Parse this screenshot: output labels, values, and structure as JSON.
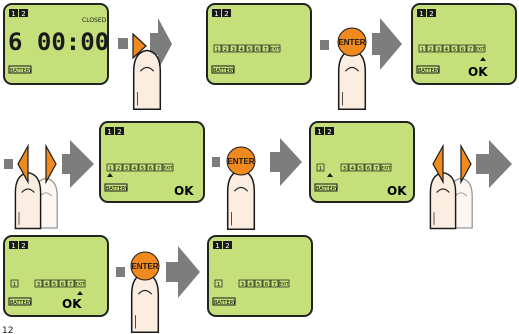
{
  "colors": {
    "lcd_fill": "#c5e07a",
    "lcd_border": "#222222",
    "arrow_gray": "#7d7d7d",
    "enter_orange": "#f08a1e",
    "finger_fill": "#fbeee1",
    "ink": "#1a1a1a"
  },
  "channel_tabs": [
    "1",
    "2"
  ],
  "day_boxes": [
    "1",
    "2",
    "3",
    "4",
    "5",
    "6",
    "7",
    "EXIT"
  ],
  "enter_label": "ENTER",
  "screens": [
    {
      "id": "screen-1",
      "big_time": "6 00:00",
      "status": "CLOSED",
      "battery": "BATTERY",
      "ok": ""
    },
    {
      "id": "screen-2",
      "big_time": "",
      "status": "",
      "battery": "BATTERY",
      "ok": ""
    },
    {
      "id": "screen-3",
      "big_time": "",
      "status": "",
      "battery": "BATTERY",
      "ok": "OK"
    },
    {
      "id": "screen-4",
      "big_time": "",
      "status": "",
      "battery": "BATTERY",
      "ok": "OK"
    },
    {
      "id": "screen-5",
      "big_time": "",
      "status": "",
      "battery": "BATTERY",
      "ok": "OK"
    },
    {
      "id": "screen-6",
      "big_time": "",
      "status": "",
      "battery": "BATTERY",
      "ok": "OK"
    },
    {
      "id": "screen-7",
      "big_time": "",
      "status": "",
      "battery": "BATTERY",
      "ok": ""
    }
  ],
  "step_icons": [
    "right-button-press-icon",
    "enter-button-press-icon",
    "left-right-buttons-press-icon",
    "enter-button-press-icon",
    "left-right-buttons-press-icon",
    "enter-button-press-icon"
  ],
  "page_number": "12"
}
